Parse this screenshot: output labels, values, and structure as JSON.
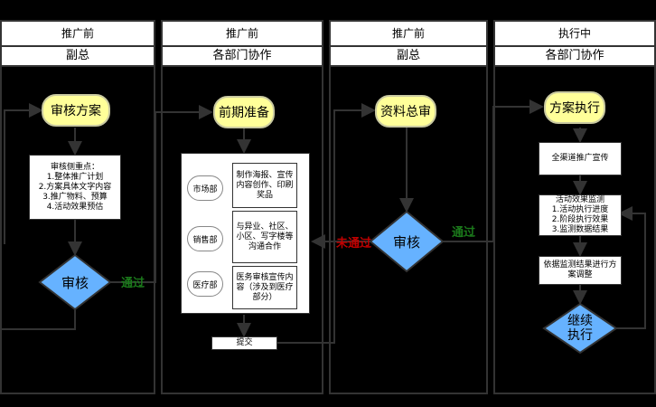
{
  "lanes": [
    {
      "phase": "推广前",
      "role": "副总"
    },
    {
      "phase": "推广前",
      "role": "各部门协作"
    },
    {
      "phase": "推广前",
      "role": "副总"
    },
    {
      "phase": "执行中",
      "role": "各部门协作"
    }
  ],
  "lane1": {
    "start": "审核方案",
    "focus": "审核侧重点：\n1.整体推广计划\n2.方案具体文字内容\n3.推广物料、预算\n4.活动效果预估",
    "decision": "审核"
  },
  "lane2": {
    "start": "前期准备",
    "depts": [
      {
        "name": "市场部",
        "task": "制作海报、宣传内容创作、印刷奖品"
      },
      {
        "name": "销售部",
        "task": "与异业、社区、小区、写字楼等沟通合作"
      },
      {
        "name": "医疗部",
        "task": "医务审核宣传内容（涉及到医疗部分）"
      }
    ],
    "submit": "提交"
  },
  "lane3": {
    "start": "资料总审",
    "decision": "审核"
  },
  "lane4": {
    "start": "方案执行",
    "step1": "全渠道推广宣传",
    "step2": "活动效果监测\n1.活动执行进度\n2.阶段执行效果\n3.监测数据结果",
    "step3": "依据监测结果进行方案调整",
    "decision": "继续执行"
  },
  "edges": {
    "pass1": "通过",
    "fail": "未通过",
    "pass2": "通过"
  },
  "colors": {
    "terminal": "#ffff99",
    "decision": "#66b2ff",
    "pass": "#1b7a1b",
    "fail": "#c00000"
  }
}
